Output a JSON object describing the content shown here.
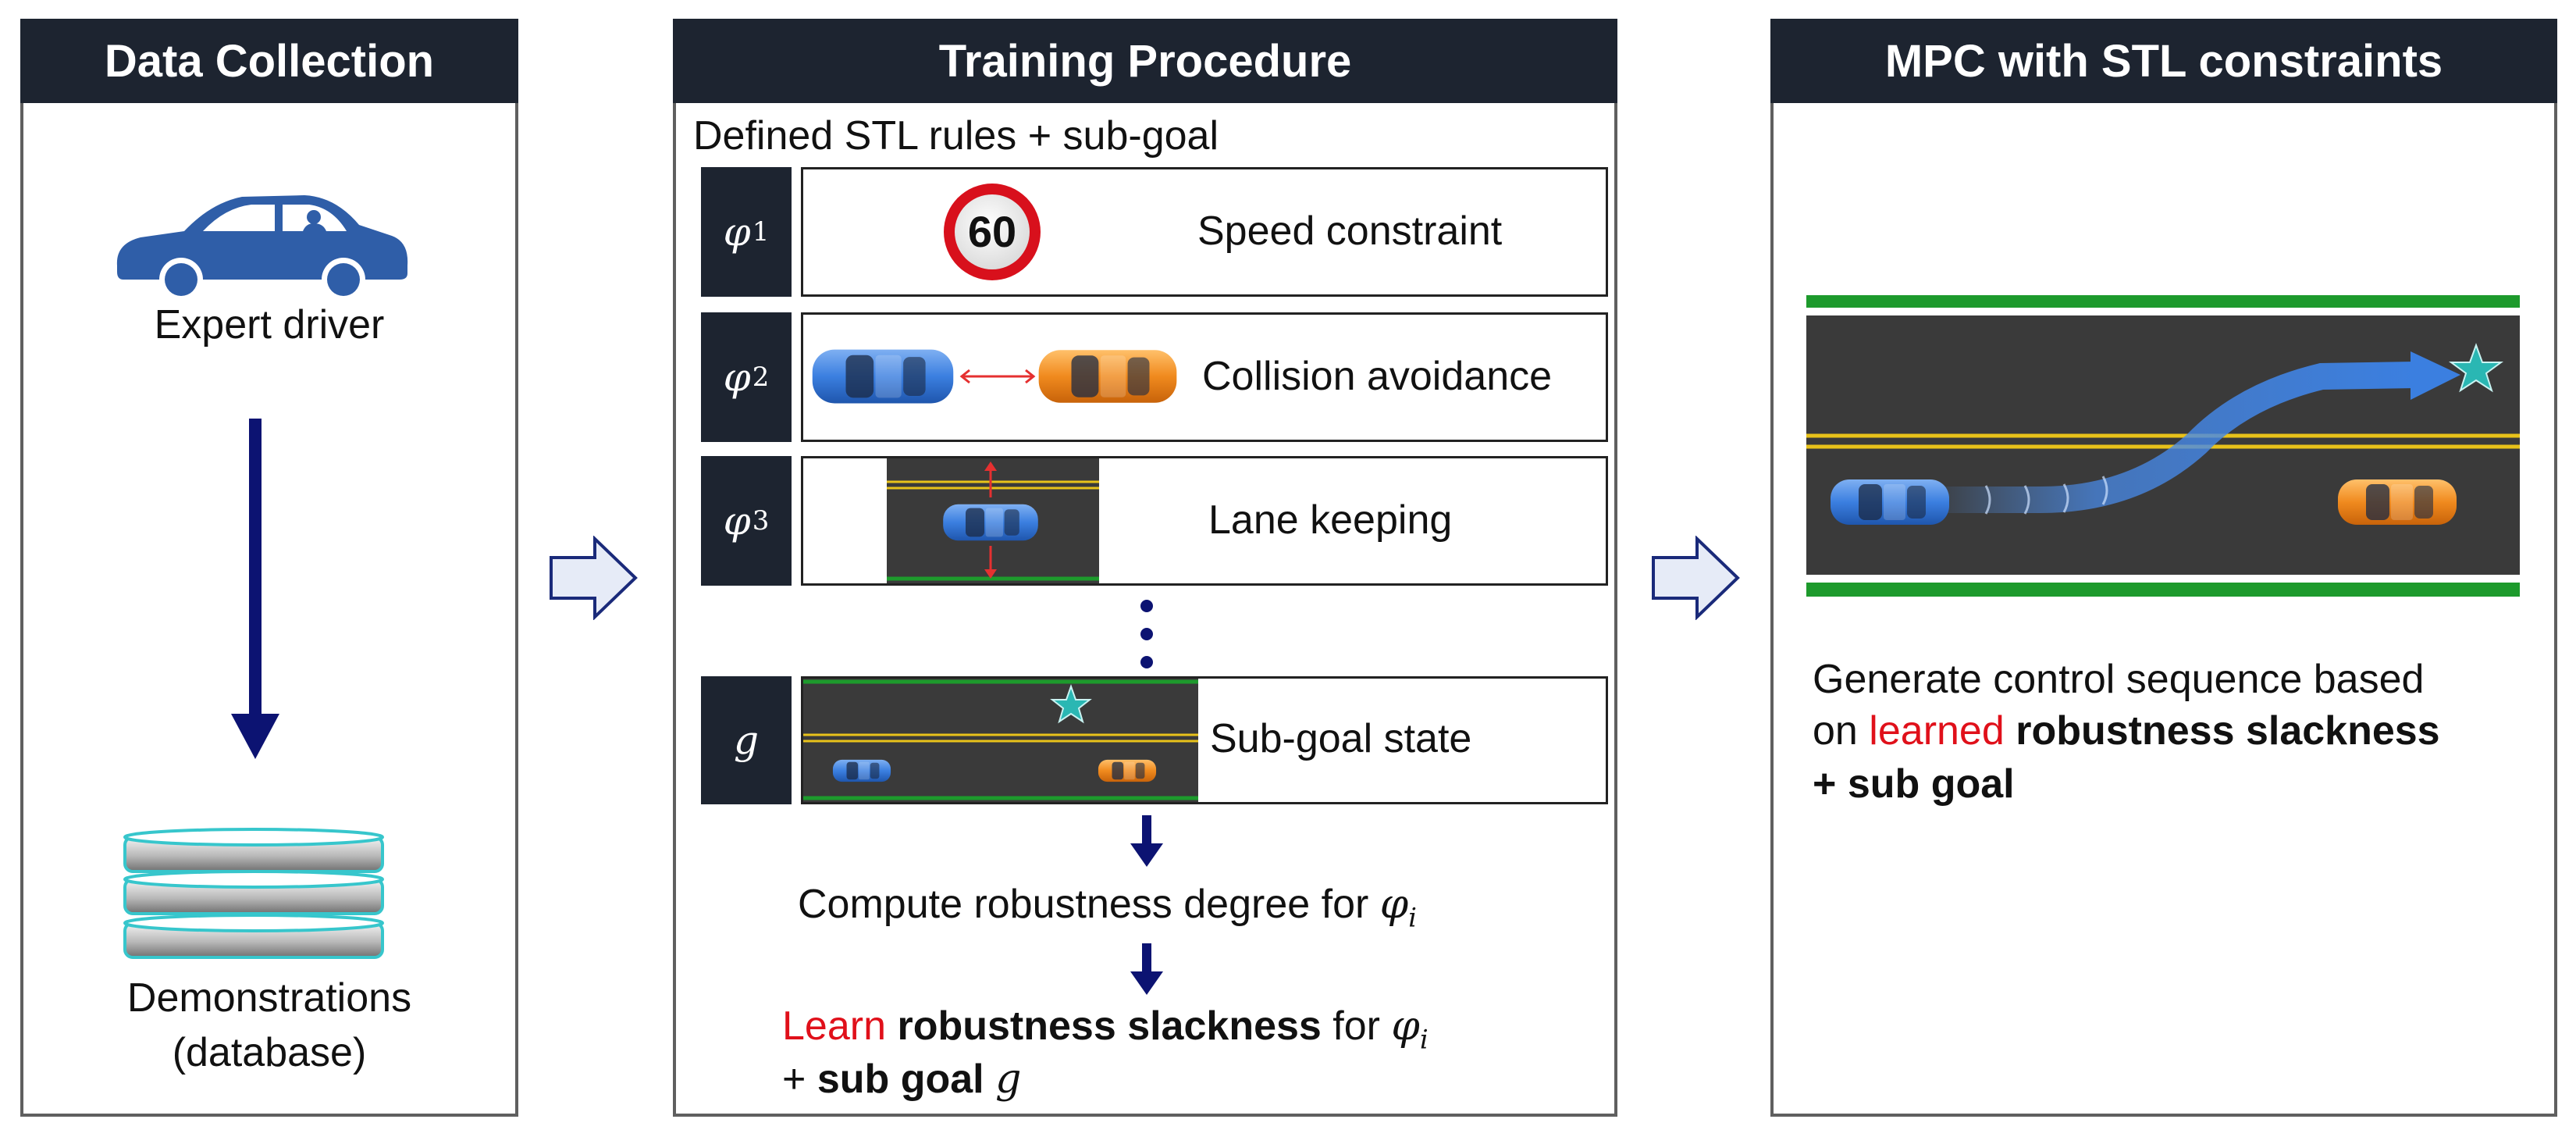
{
  "panels": {
    "left": {
      "title": "Data Collection",
      "car_label": "Expert driver",
      "db_label_line1": "Demonstrations",
      "db_label_line2": "(database)"
    },
    "middle": {
      "title": "Training Procedure",
      "subtitle": "Defined STL rules + sub-goal",
      "rules": [
        {
          "symbol": "φ",
          "sub": "1",
          "label": "Speed constraint",
          "sign_value": "60"
        },
        {
          "symbol": "φ",
          "sub": "2",
          "label": "Collision avoidance"
        },
        {
          "symbol": "φ",
          "sub": "3",
          "label": "Lane keeping"
        },
        {
          "symbol": "g",
          "sub": "",
          "label": "Sub-goal state"
        }
      ],
      "compute_text": "Compute robustness degree for ",
      "compute_math": "φ",
      "compute_math_sub": "i",
      "learn_red": "Learn",
      "learn_bold": "robustness slackness",
      "learn_mid": " for ",
      "learn_math": "φ",
      "learn_math_sub": "i",
      "learn_line2_plus": "+ ",
      "learn_line2_bold": "sub goal",
      "learn_line2_math": "g"
    },
    "right": {
      "title": "MPC with STL constraints",
      "text_line1": "Generate control sequence based",
      "text_line2_pre": "on ",
      "text_line2_red": "learned",
      "text_line2_bold": " robustness slackness",
      "text_line3_bold": "+ sub goal"
    }
  },
  "colors": {
    "header": "#1d2430",
    "accent_red": "#e0101a",
    "arrow_navy": "#0c1372",
    "car_blue": "#2f5ea8",
    "ego_blue": "#3b7fe0",
    "other_orange": "#f08a1e",
    "road": "#3a3a3a",
    "lane_yellow": "#e8c21a",
    "lane_green": "#1d9a2c",
    "star_teal": "#2ab7b3",
    "db_edge": "#37c6cc"
  }
}
